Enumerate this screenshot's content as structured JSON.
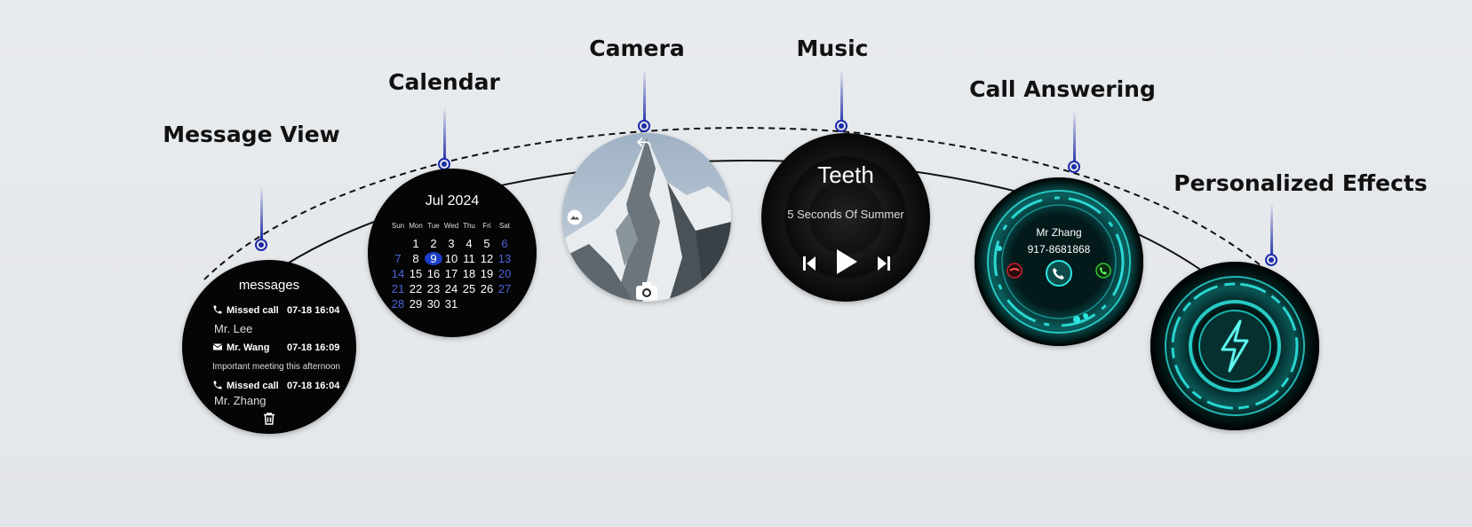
{
  "features": {
    "message_view": "Message View",
    "calendar": "Calendar",
    "camera": "Camera",
    "music": "Music",
    "call_answering": "Call Answering",
    "personalized_effects": "Personalized Effects"
  },
  "messages": {
    "title": "messages",
    "entries": [
      {
        "icon": "phone-icon",
        "type": "Missed call",
        "time": "07-18 16:04",
        "body": "Mr. Lee"
      },
      {
        "icon": "mail-icon",
        "type": "Mr. Wang",
        "time": "07-18 16:09",
        "body": "Important meeting this afternoon"
      },
      {
        "icon": "phone-icon",
        "type": "Missed call",
        "time": "07-18 16:04",
        "body": "Mr. Zhang"
      }
    ]
  },
  "calendar": {
    "title": "Jul 2024",
    "weekdays": [
      "Sun",
      "Mon",
      "Tue",
      "Wed",
      "Thu",
      "Fri",
      "Sat"
    ],
    "weeks": [
      [
        "",
        "1",
        "2",
        "3",
        "4",
        "5",
        "6"
      ],
      [
        "7",
        "8",
        "9",
        "10",
        "11",
        "12",
        "13"
      ],
      [
        "14",
        "15",
        "16",
        "17",
        "18",
        "19",
        "20"
      ],
      [
        "21",
        "22",
        "23",
        "24",
        "25",
        "26",
        "27"
      ],
      [
        "28",
        "29",
        "30",
        "31",
        "",
        "",
        ""
      ]
    ],
    "selected_day": "9"
  },
  "music": {
    "song": "Teeth",
    "artist": "5 Seconds Of Summer"
  },
  "call": {
    "caller": "Mr Zhang",
    "number": "917-8681868"
  },
  "colors": {
    "accent": "#1d2ba8",
    "glow": "#2ee6e0",
    "weekend": "#4d63d8"
  }
}
